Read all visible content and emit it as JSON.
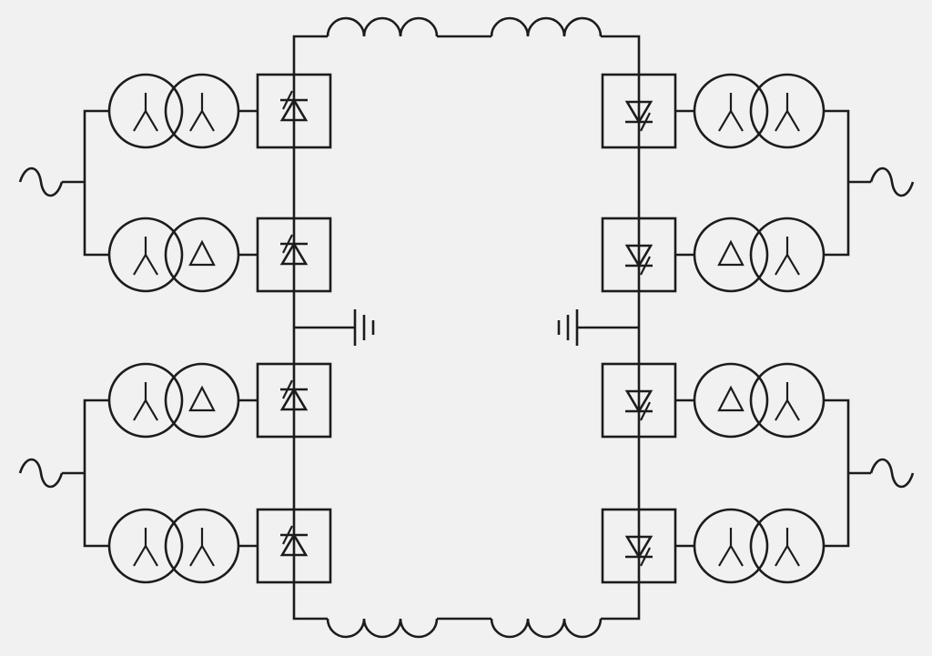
{
  "diagram": {
    "type": "bipolar HVDC back-to-back converter schematic",
    "colors": {
      "background": "#f0f1f0",
      "line": "#1c1c1c"
    },
    "left_station": {
      "converters": [
        {
          "id": "L1",
          "transformer": [
            "wye",
            "wye"
          ],
          "valve": "thyristor-up"
        },
        {
          "id": "L2",
          "transformer": [
            "wye",
            "delta"
          ],
          "valve": "thyristor-up"
        },
        {
          "id": "L3",
          "transformer": [
            "wye",
            "delta"
          ],
          "valve": "thyristor-up"
        },
        {
          "id": "L4",
          "transformer": [
            "wye",
            "wye"
          ],
          "valve": "thyristor-up"
        }
      ],
      "ac_sources": 2,
      "ground": true
    },
    "right_station": {
      "converters": [
        {
          "id": "R1",
          "transformer": [
            "wye",
            "wye"
          ],
          "valve": "thyristor-down"
        },
        {
          "id": "R2",
          "transformer": [
            "delta",
            "wye"
          ],
          "valve": "thyristor-down"
        },
        {
          "id": "R3",
          "transformer": [
            "delta",
            "wye"
          ],
          "valve": "thyristor-down"
        },
        {
          "id": "R4",
          "transformer": [
            "wye",
            "wye"
          ],
          "valve": "thyristor-down"
        }
      ],
      "ac_sources": 2,
      "ground": true
    },
    "dc_lines": [
      {
        "pole": "positive",
        "smoothing_reactors": 2
      },
      {
        "pole": "negative",
        "smoothing_reactors": 2
      }
    ]
  }
}
